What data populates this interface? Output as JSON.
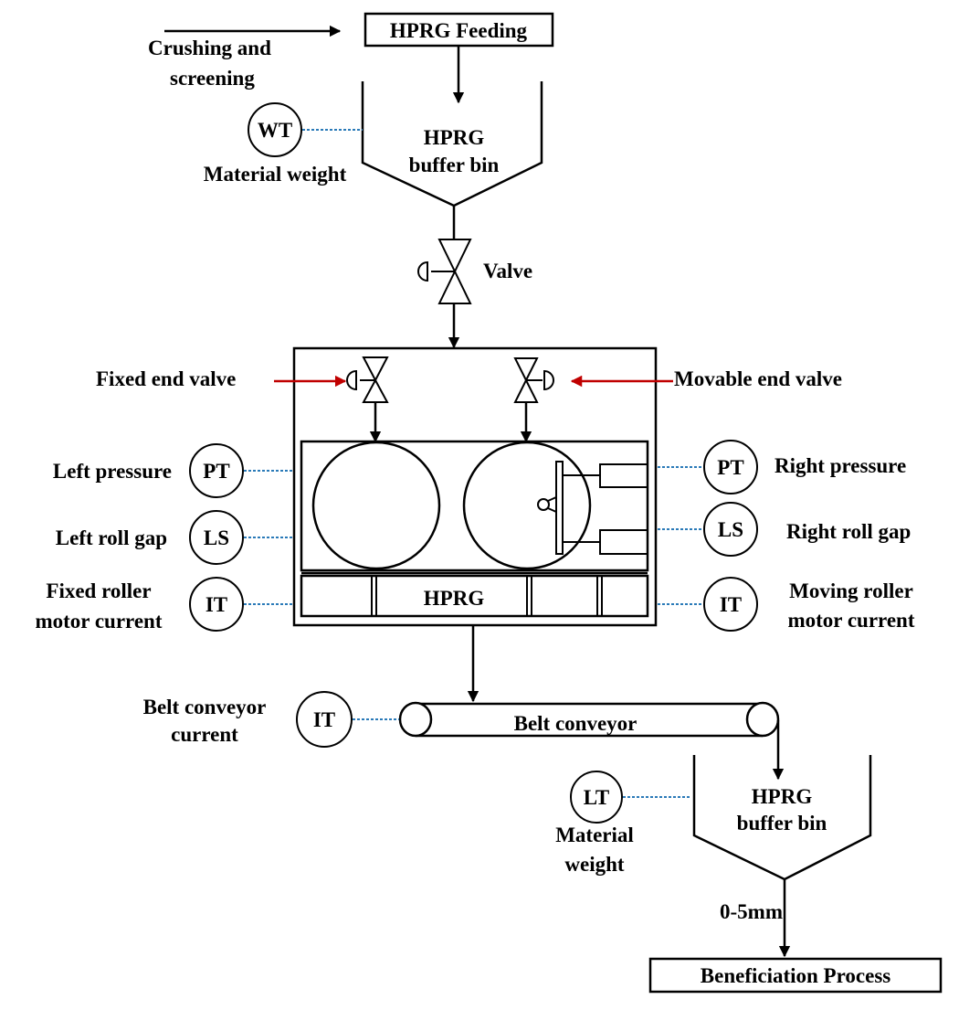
{
  "colors": {
    "line": "#000000",
    "signal_line": "#2a7ab8",
    "control_arrow": "#c00000",
    "background": "#ffffff"
  },
  "process": {
    "input_label_line1": "Crushing and",
    "input_label_line2": "screening",
    "feeding_box": "HPRG Feeding",
    "top_bin_line1": "HPRG",
    "top_bin_line2": "buffer bin",
    "main_valve": "Valve",
    "fixed_end_valve": "Fixed end valve",
    "movable_end_valve": "Movable end valve",
    "hprg_label": "HPRG",
    "belt_conveyor": "Belt conveyor",
    "bottom_bin_line1": "HPRG",
    "bottom_bin_line2": "buffer bin",
    "size_range": "0-5mm",
    "output_box": "Beneficiation Process"
  },
  "instruments": {
    "top_weight": {
      "tag": "WT",
      "label_line1": "Material weight"
    },
    "left_pressure": {
      "tag": "PT",
      "label_line1": "Left pressure"
    },
    "left_gap": {
      "tag": "LS",
      "label_line1": "Left roll gap"
    },
    "fixed_current": {
      "tag": "IT",
      "label_line1": "Fixed roller",
      "label_line2": "motor current"
    },
    "right_pressure": {
      "tag": "PT",
      "label_line1": "Right pressure"
    },
    "right_gap": {
      "tag": "LS",
      "label_line1": "Right roll gap"
    },
    "moving_current": {
      "tag": "IT",
      "label_line1": "Moving roller",
      "label_line2": "motor current"
    },
    "belt_current": {
      "tag": "IT",
      "label_line1": "Belt conveyor",
      "label_line2": "current"
    },
    "bottom_level": {
      "tag": "LT",
      "label_line1": "Material",
      "label_line2": "weight"
    }
  }
}
